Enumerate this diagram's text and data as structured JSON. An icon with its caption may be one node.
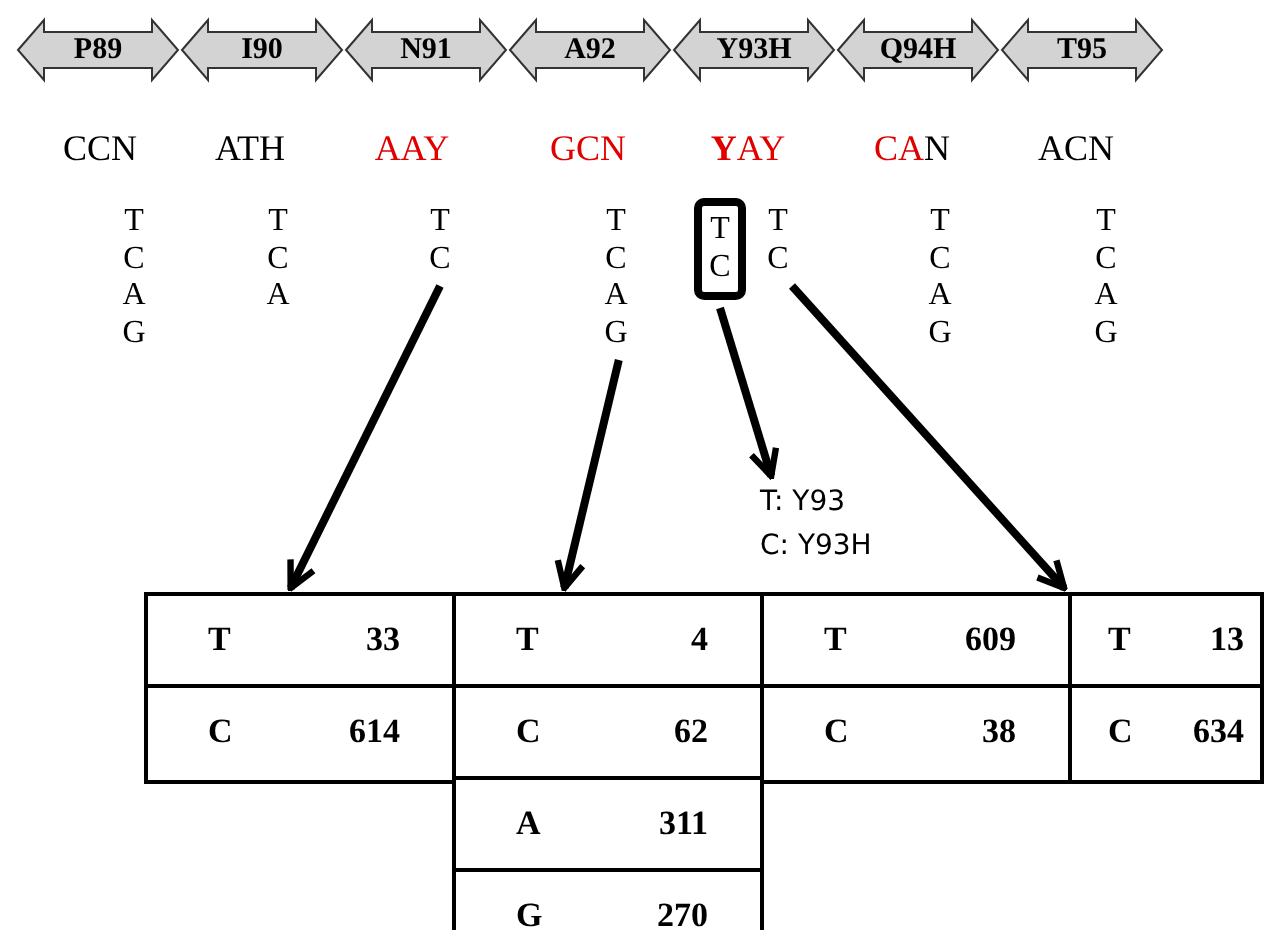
{
  "diagram": {
    "nodes": [
      {
        "text": [
          "P89"
        ]
      },
      {
        "text": [
          "I90"
        ]
      },
      {
        "text": [
          "N91"
        ]
      },
      {
        "text": [
          "A92"
        ]
      },
      {
        "text": [
          "Y93H"
        ]
      },
      {
        "text": [
          "Q94H"
        ]
      },
      {
        "text": [
          "T95"
        ]
      },
      {
        "text": [
          "T C"
        ]
      },
      {
        "text": [
          "T C A G"
        ]
      },
      {
        "text": [
          "T C"
        ]
      },
      {
        "text": [
          "T C"
        ]
      },
      {
        "text": [
          "T: Y93",
          "C: Y93H"
        ]
      },
      {
        "text": [
          "T",
          "33",
          "C",
          "614"
        ]
      },
      {
        "text": [
          "T",
          "4",
          "C",
          "62",
          "A",
          "311",
          "G",
          "270"
        ]
      },
      {
        "text": [
          "T",
          "609",
          "C",
          "38"
        ]
      },
      {
        "text": [
          "T",
          "13",
          "C",
          "634"
        ]
      }
    ],
    "edges": [
      {
        "from": 7,
        "to": 12,
        "arrow": "to"
      },
      {
        "from": 8,
        "to": 13,
        "arrow": "to"
      },
      {
        "from": 9,
        "to": 11,
        "arrow": "to"
      },
      {
        "from": 10,
        "to": 15,
        "arrow": "to"
      }
    ],
    "labels": [
      "CCN",
      "ATH",
      "AAY",
      "GCN",
      "**Y**AY",
      "CAN",
      "ACN",
      "T C A G",
      "T C A",
      "T C A G",
      "T C A G"
    ]
  }
}
